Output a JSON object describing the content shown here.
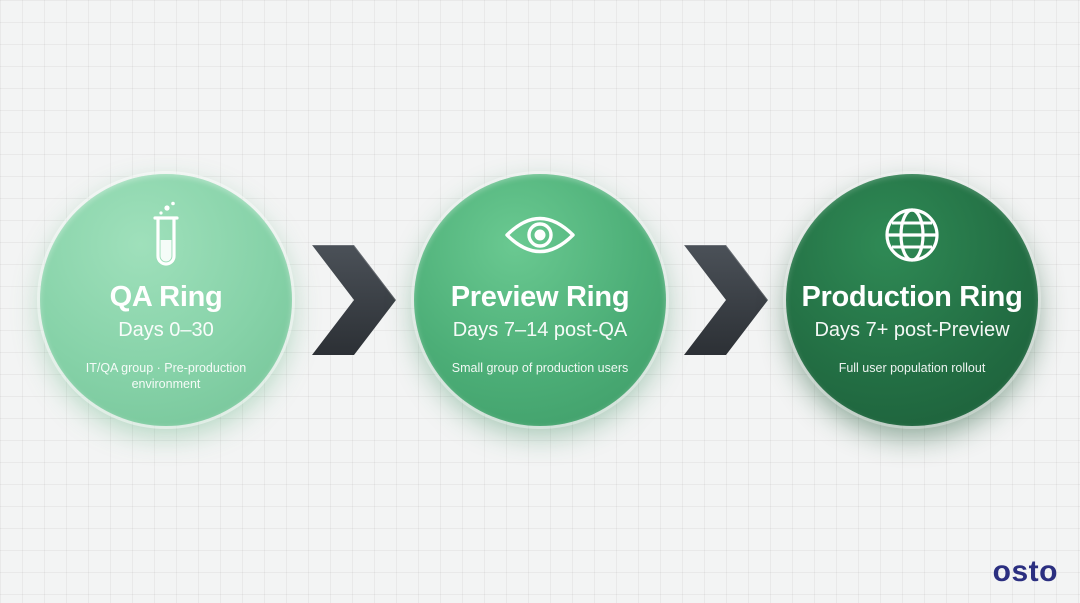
{
  "stages": [
    {
      "title": "QA Ring",
      "period": "Days 0–30",
      "description": "IT/QA group · Pre-production environment",
      "icon": "test-tube-icon",
      "color": "#86d2a8"
    },
    {
      "title": "Preview Ring",
      "period": "Days 7–14 post-QA",
      "description": "Small group of production users",
      "icon": "eye-icon",
      "color": "#4cae77"
    },
    {
      "title": "Production Ring",
      "period": "Days 7+ post-Preview",
      "description": "Full user population rollout",
      "icon": "globe-icon",
      "color": "#236f44"
    }
  ],
  "connector_icon": "chevron-right-icon",
  "connector_color": "#3a3f45",
  "brand": {
    "logo_text": "osto",
    "color": "#2b2f80"
  }
}
